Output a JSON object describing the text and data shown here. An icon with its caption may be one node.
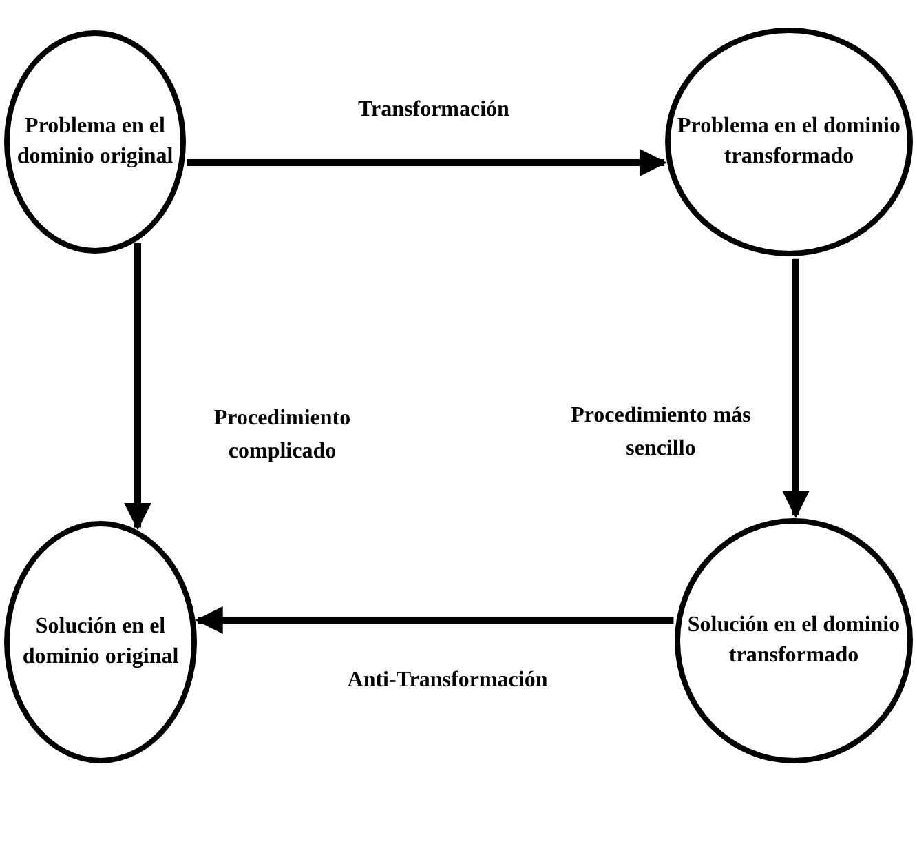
{
  "diagram": {
    "nodes": [
      {
        "text": [
          "Problema en el dominio original"
        ]
      },
      {
        "text": [
          "Problema en el dominio transformado"
        ]
      },
      {
        "text": [
          "Solución en el dominio original"
        ]
      },
      {
        "text": [
          "Solución en el dominio transformado"
        ]
      }
    ],
    "edges": [
      {
        "from": 0,
        "to": 1,
        "arrow": "to",
        "label": "Transformación"
      },
      {
        "from": 0,
        "to": 2,
        "arrow": "to",
        "label": "Procedimiento complicado"
      },
      {
        "from": 1,
        "to": 3,
        "arrow": "to",
        "label": "Procedimiento más sencillo"
      },
      {
        "from": 3,
        "to": 2,
        "arrow": "to",
        "label": "Anti-Transformación"
      }
    ]
  }
}
